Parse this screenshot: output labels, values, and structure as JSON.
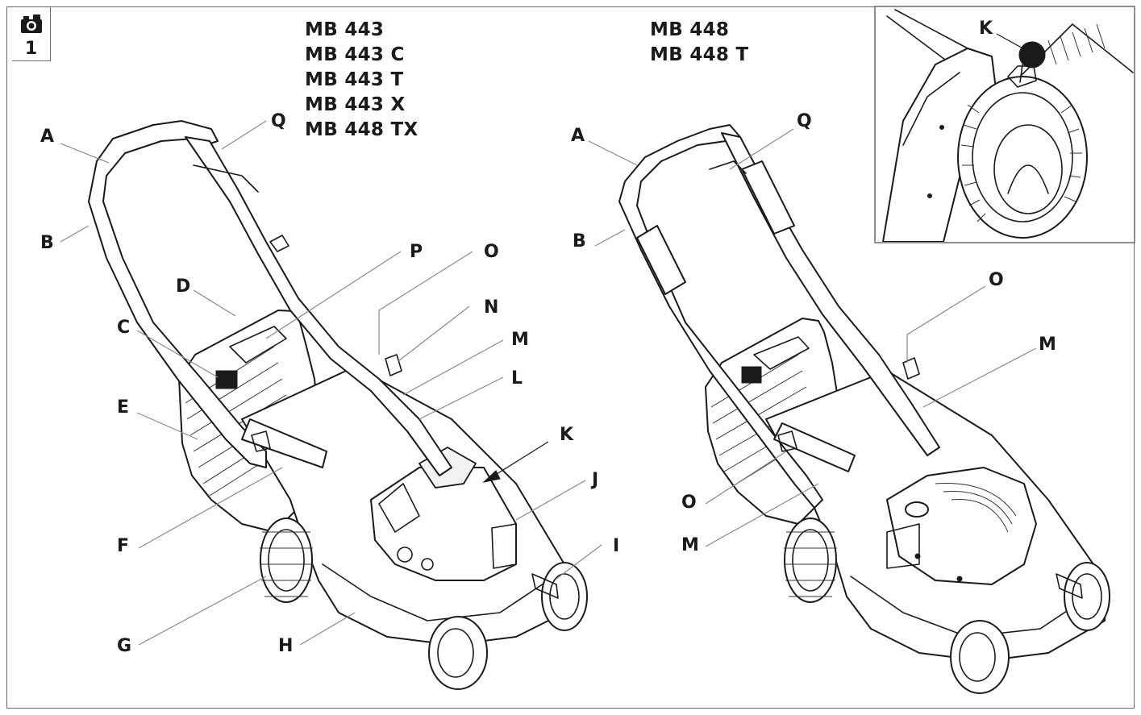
{
  "figure": {
    "number": "1",
    "icon": "camera-icon"
  },
  "models_left": [
    "MB 443",
    "MB 443 C",
    "MB 443 T",
    "MB 443 X",
    "MB 448 TX"
  ],
  "models_right": [
    "MB 448",
    "MB 448 T"
  ],
  "left_mower_labels": [
    "A",
    "B",
    "C",
    "D",
    "E",
    "F",
    "G",
    "H",
    "I",
    "J",
    "K",
    "L",
    "M",
    "N",
    "O",
    "P",
    "Q"
  ],
  "right_mower_labels": [
    "A",
    "B",
    "O",
    "M",
    "O",
    "M",
    "Q"
  ],
  "inset_label": "K"
}
